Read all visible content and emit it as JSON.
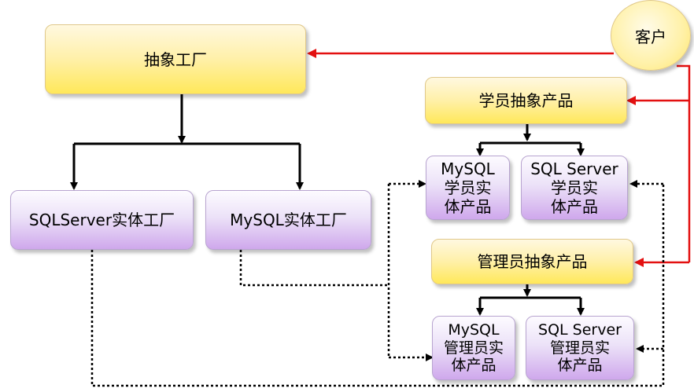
{
  "client": "客户",
  "abstract_factory": "抽象工厂",
  "sqlserver_factory": "SQLServer实体工厂",
  "mysql_factory": "MySQL实体工厂",
  "student_abstract_product": "学员抽象产品",
  "mysql_student_product": "MySQL\n学员实\n体产品",
  "sqlserver_student_product": "SQL Server\n学员实\n体产品",
  "admin_abstract_product": "管理员抽象产品",
  "mysql_admin_product": "MySQL\n管理员实\n体产品",
  "sqlserver_admin_product": "SQL Server\n管理员实\n体产品",
  "colors": {
    "client_arrow": "#e31010",
    "hierarchy_line": "#000000",
    "dependency_line": "#000000"
  }
}
